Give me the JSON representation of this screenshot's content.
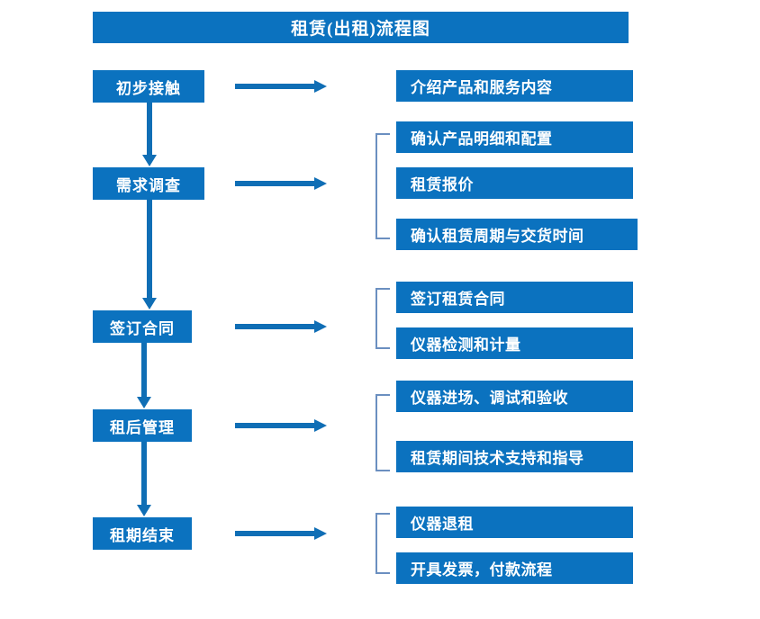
{
  "chart_data": {
    "type": "diagram",
    "title": "租赁(出租)流程图",
    "diagram_kind": "flowchart",
    "theme_color": "#0B72BF",
    "arrow_color": "#0F6EB5",
    "bracket_color": "#6B8FC0",
    "stages": [
      {
        "label": "初步接触",
        "details": [
          "介绍产品和服务内容"
        ]
      },
      {
        "label": "需求调查",
        "details": [
          "确认产品明细和配置",
          "租赁报价",
          "确认租赁周期与交货时间"
        ]
      },
      {
        "label": "签订合同",
        "details": [
          "签订租赁合同",
          "仪器检测和计量"
        ]
      },
      {
        "label": "租后管理",
        "details": [
          "仪器进场、调试和验收",
          "租赁期间技术支持和指导"
        ]
      },
      {
        "label": "租期结束",
        "details": [
          "仪器退租",
          "开具发票，付款流程"
        ]
      }
    ]
  },
  "title": {
    "text": "租赁(出租)流程图"
  },
  "stages": [
    {
      "label": "初步接触"
    },
    {
      "label": "需求调查"
    },
    {
      "label": "签订合同"
    },
    {
      "label": "租后管理"
    },
    {
      "label": "租期结束"
    }
  ],
  "details": [
    {
      "label": "介绍产品和服务内容"
    },
    {
      "label": "确认产品明细和配置"
    },
    {
      "label": "租赁报价"
    },
    {
      "label": "确认租赁周期与交货时间"
    },
    {
      "label": "签订租赁合同"
    },
    {
      "label": "仪器检测和计量"
    },
    {
      "label": "仪器进场、调试和验收"
    },
    {
      "label": "租赁期间技术支持和指导"
    },
    {
      "label": "仪器退租"
    },
    {
      "label": "开具发票，付款流程"
    }
  ]
}
